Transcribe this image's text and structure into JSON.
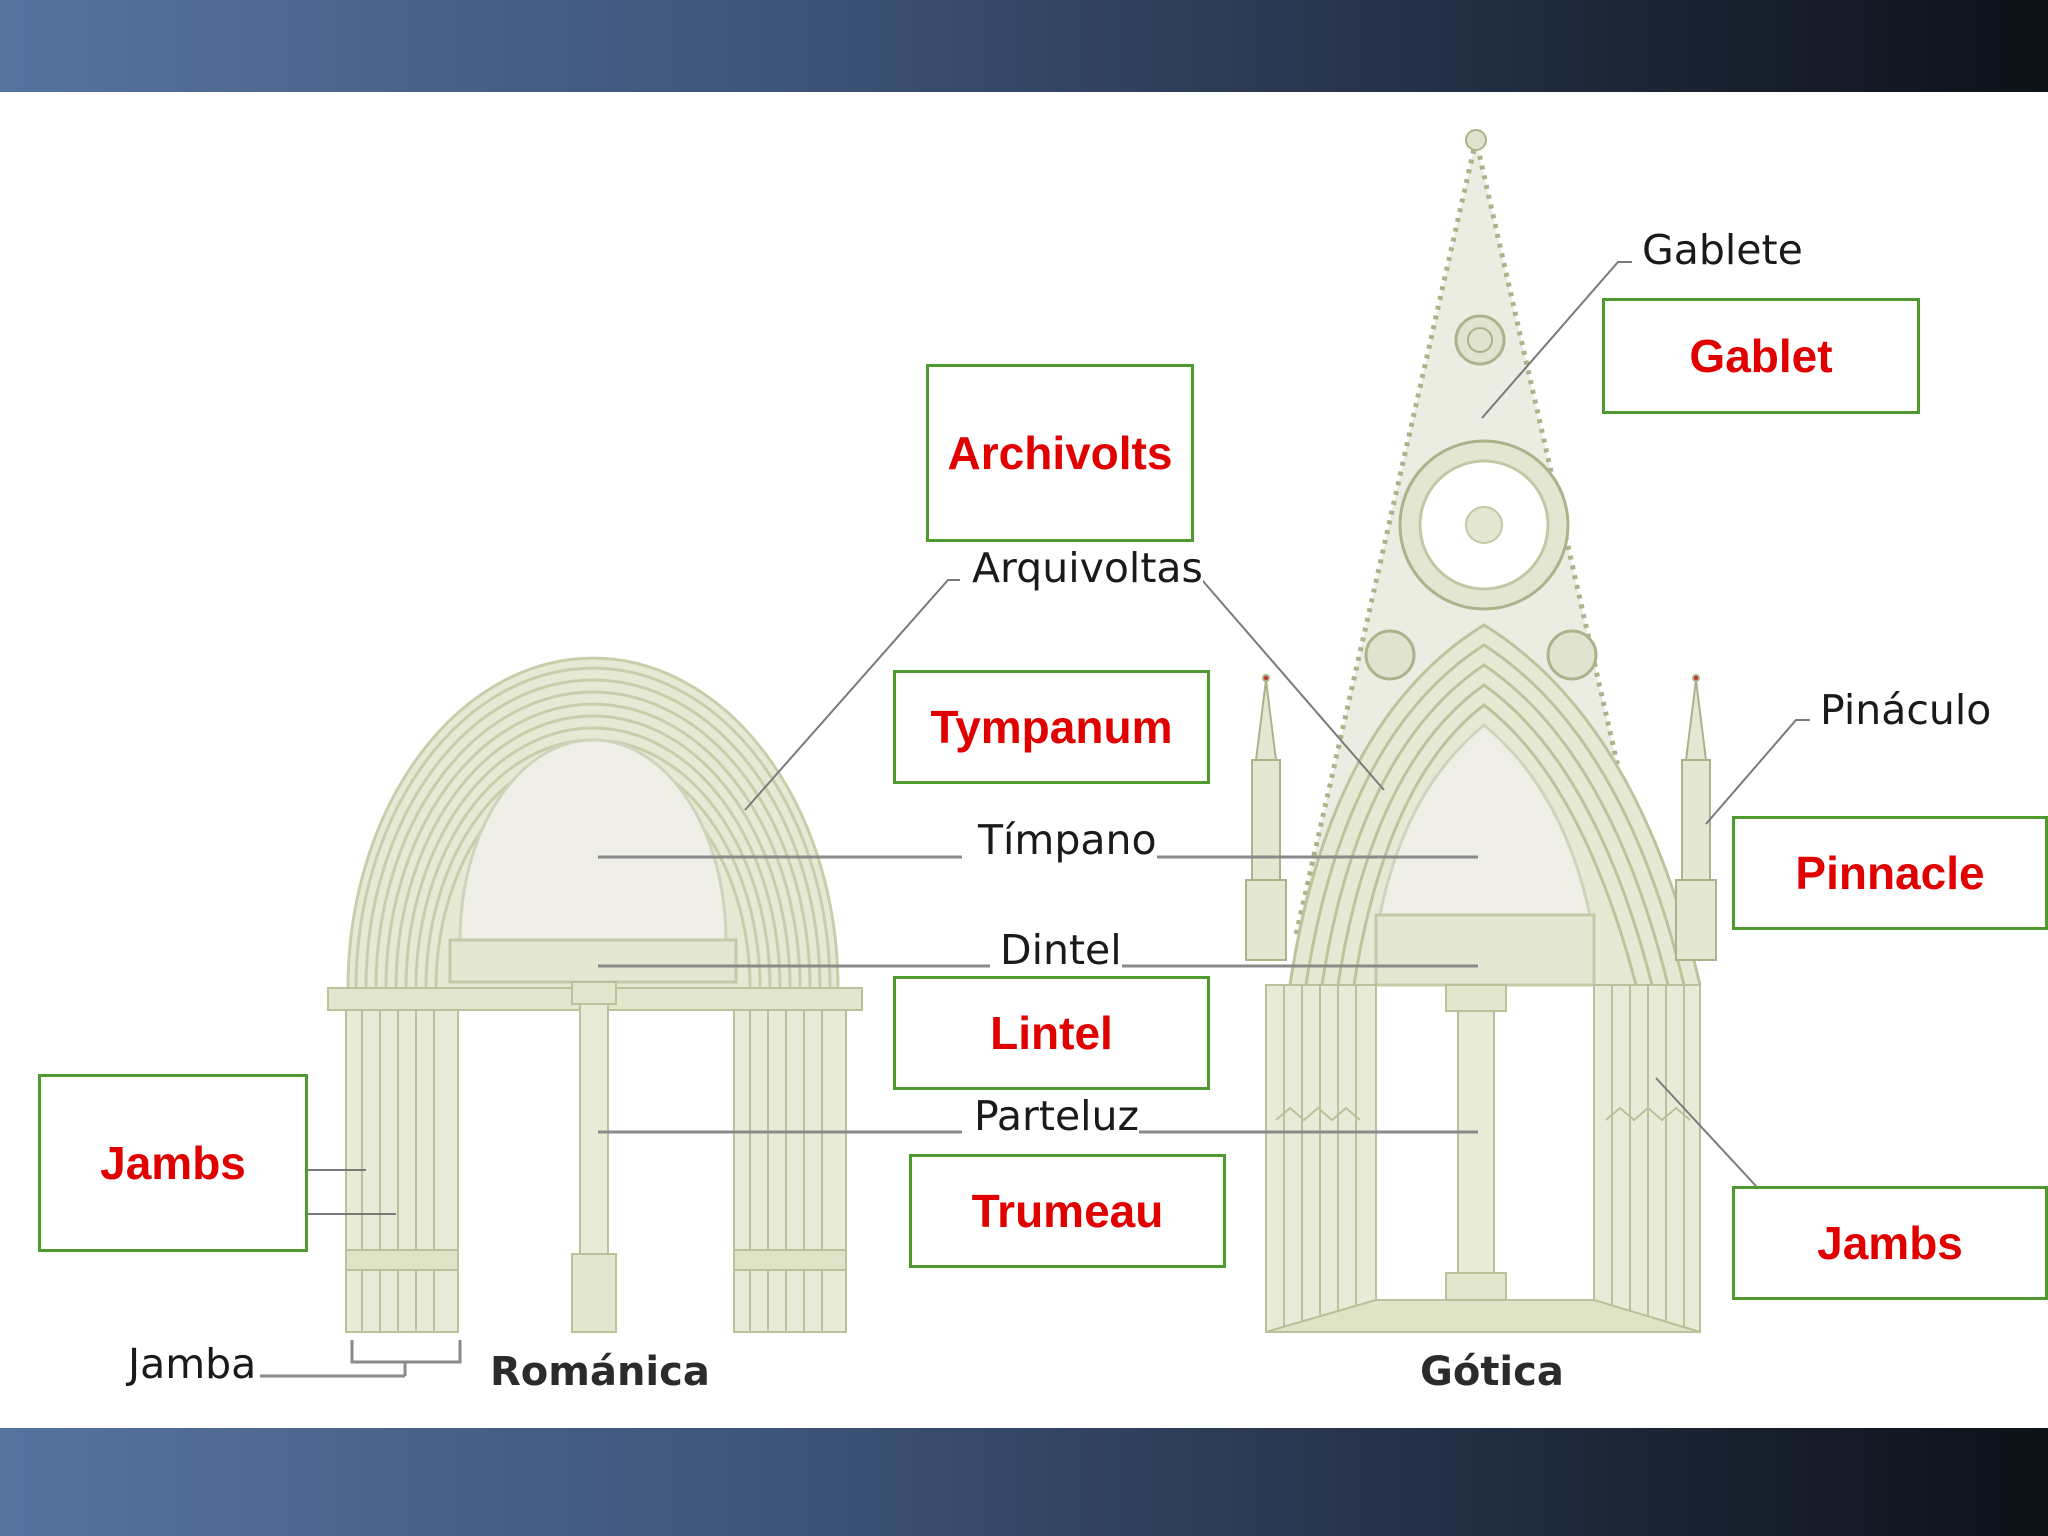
{
  "styles": {
    "romanesque": "Románica",
    "gothic": "Gótica"
  },
  "spanish_labels": {
    "arquivoltas": "Arquivoltas",
    "timpano": "Tímpano",
    "dintel": "Dintel",
    "parteluz": "Parteluz",
    "jamba": "Jamba",
    "gablete": "Gablete",
    "pinaculo": "Pináculo"
  },
  "english_labels": {
    "archivolts": "Archivolts",
    "tympanum": "Tympanum",
    "lintel": "Lintel",
    "trumeau": "Trumeau",
    "jambs_left": "Jambs",
    "gablet": "Gablet",
    "pinnacle": "Pinnacle",
    "jambs_right": "Jambs"
  },
  "colors": {
    "box_border": "#4e9a2e",
    "box_text": "#e00000",
    "stone": "#e8ebd8",
    "stone_line": "#b9c29a"
  }
}
